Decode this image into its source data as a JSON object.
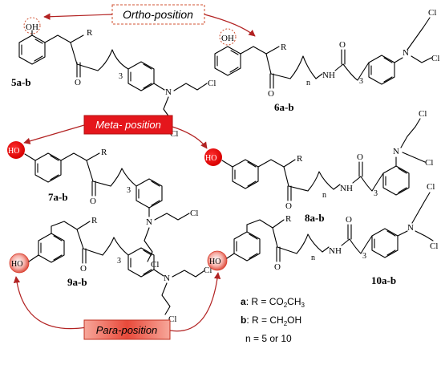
{
  "colors": {
    "bond": "#000000",
    "arrow": "#b22222",
    "highlight_red": "#e00000",
    "ortho_border": "#d05030",
    "meta_box_fill": "#e5161c",
    "para_box_fill": "#e84a3a"
  },
  "position_labels": {
    "ortho": "Ortho-position",
    "meta": "Meta- position",
    "para": "Para-position"
  },
  "atom_labels": {
    "oh": "OH",
    "ho": "HO",
    "r": "R",
    "o": "O",
    "n": "N",
    "nh": "NH",
    "cl": "Cl",
    "sub_3": "3",
    "sub_n": "n"
  },
  "compounds": {
    "c5": "5a-b",
    "c6": "6a-b",
    "c7": "7a-b",
    "c8": "8a-b",
    "c9": "9a-b",
    "c10": "10a-b"
  },
  "legend": {
    "a_key": "a",
    "a_text": ": R = CO",
    "a_sub1": "2",
    "a_mid": "CH",
    "a_sub2": "3",
    "b_key": "b",
    "b_text": ": R = CH",
    "b_sub": "2",
    "b_end": "OH",
    "n_line": "n = 5 or 10"
  }
}
